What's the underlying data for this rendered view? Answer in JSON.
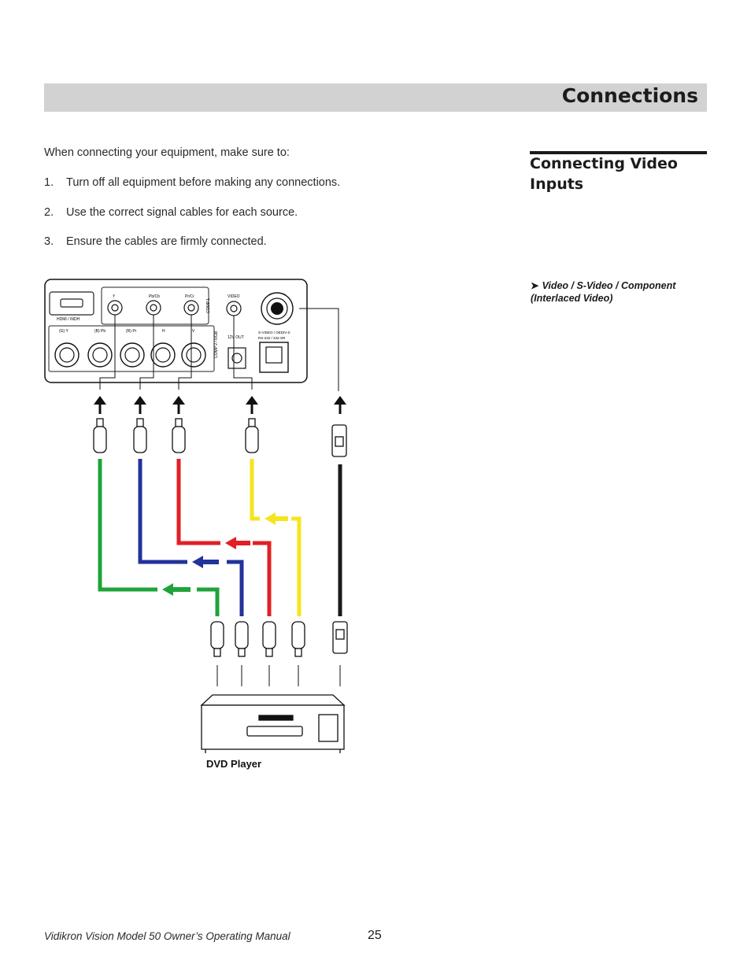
{
  "header": {
    "title": "Connections"
  },
  "intro": "When connecting your equipment, make sure to:",
  "steps": [
    {
      "num": "1.",
      "text": "Turn off all equipment before making any connections."
    },
    {
      "num": "2.",
      "text": "Use the correct signal cables for each source."
    },
    {
      "num": "3.",
      "text": "Ensure the cables are firmly connected."
    }
  ],
  "sidebar": {
    "heading": "Connecting Video Inputs",
    "note": "Video / S-Video / Component (Interlaced Video)",
    "note_arrow": "➤"
  },
  "diagram": {
    "panel_labels": {
      "hdmi": "HDMI / INDH",
      "y": "Y",
      "pb_cb": "Pb/Cb",
      "pr_cr": "Pr/Cr",
      "comp1": "COMP 1",
      "video": "VIDEO",
      "svideo": "S-VIDEO / OEDIV-S",
      "rs232": "RS-232 / 232-SR",
      "twelve_v_out": "12V OUT",
      "comp2": "COMP 2 / RGB",
      "g_y": "(G) Y",
      "b_pb": "(B) Pb",
      "r_pr": "(R) Pr",
      "h": "H",
      "v": "V"
    },
    "cable_colors": {
      "green": "#1fa33a",
      "blue": "#23339a",
      "red": "#e21f26",
      "yellow": "#f5e51f",
      "black": "#1a1a1a"
    },
    "dvd_label": "DVD Player"
  },
  "footer": {
    "manual": "Vidikron Vision Model 50 Owner’s Operating Manual",
    "page": "25"
  }
}
